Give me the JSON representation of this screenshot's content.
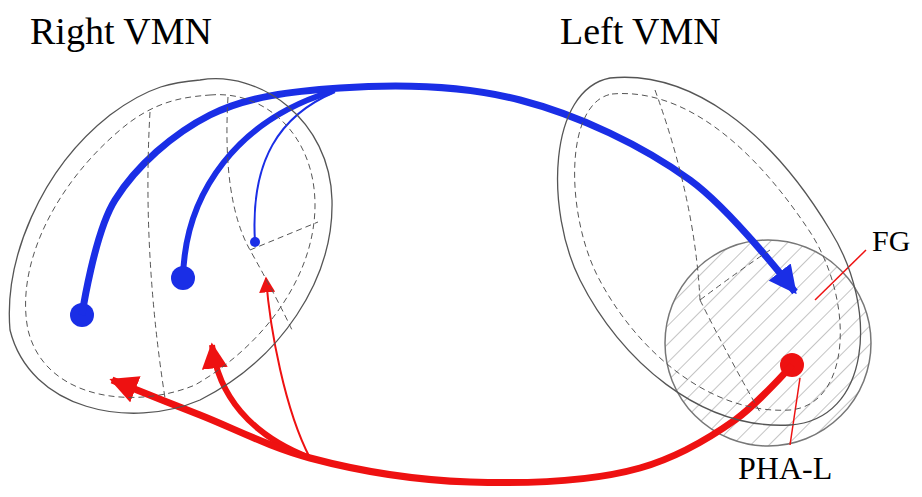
{
  "diagram": {
    "nodes": [
      {
        "text": [
          "Right VMN"
        ]
      },
      {
        "text": [
          "Left VMN"
        ]
      }
    ],
    "edges": [
      {
        "from": 0,
        "to": 1,
        "arrow": "to"
      },
      {
        "from": 1,
        "to": 0,
        "arrow": "to"
      }
    ],
    "labels": [
      "FG",
      "PHA-L"
    ]
  }
}
